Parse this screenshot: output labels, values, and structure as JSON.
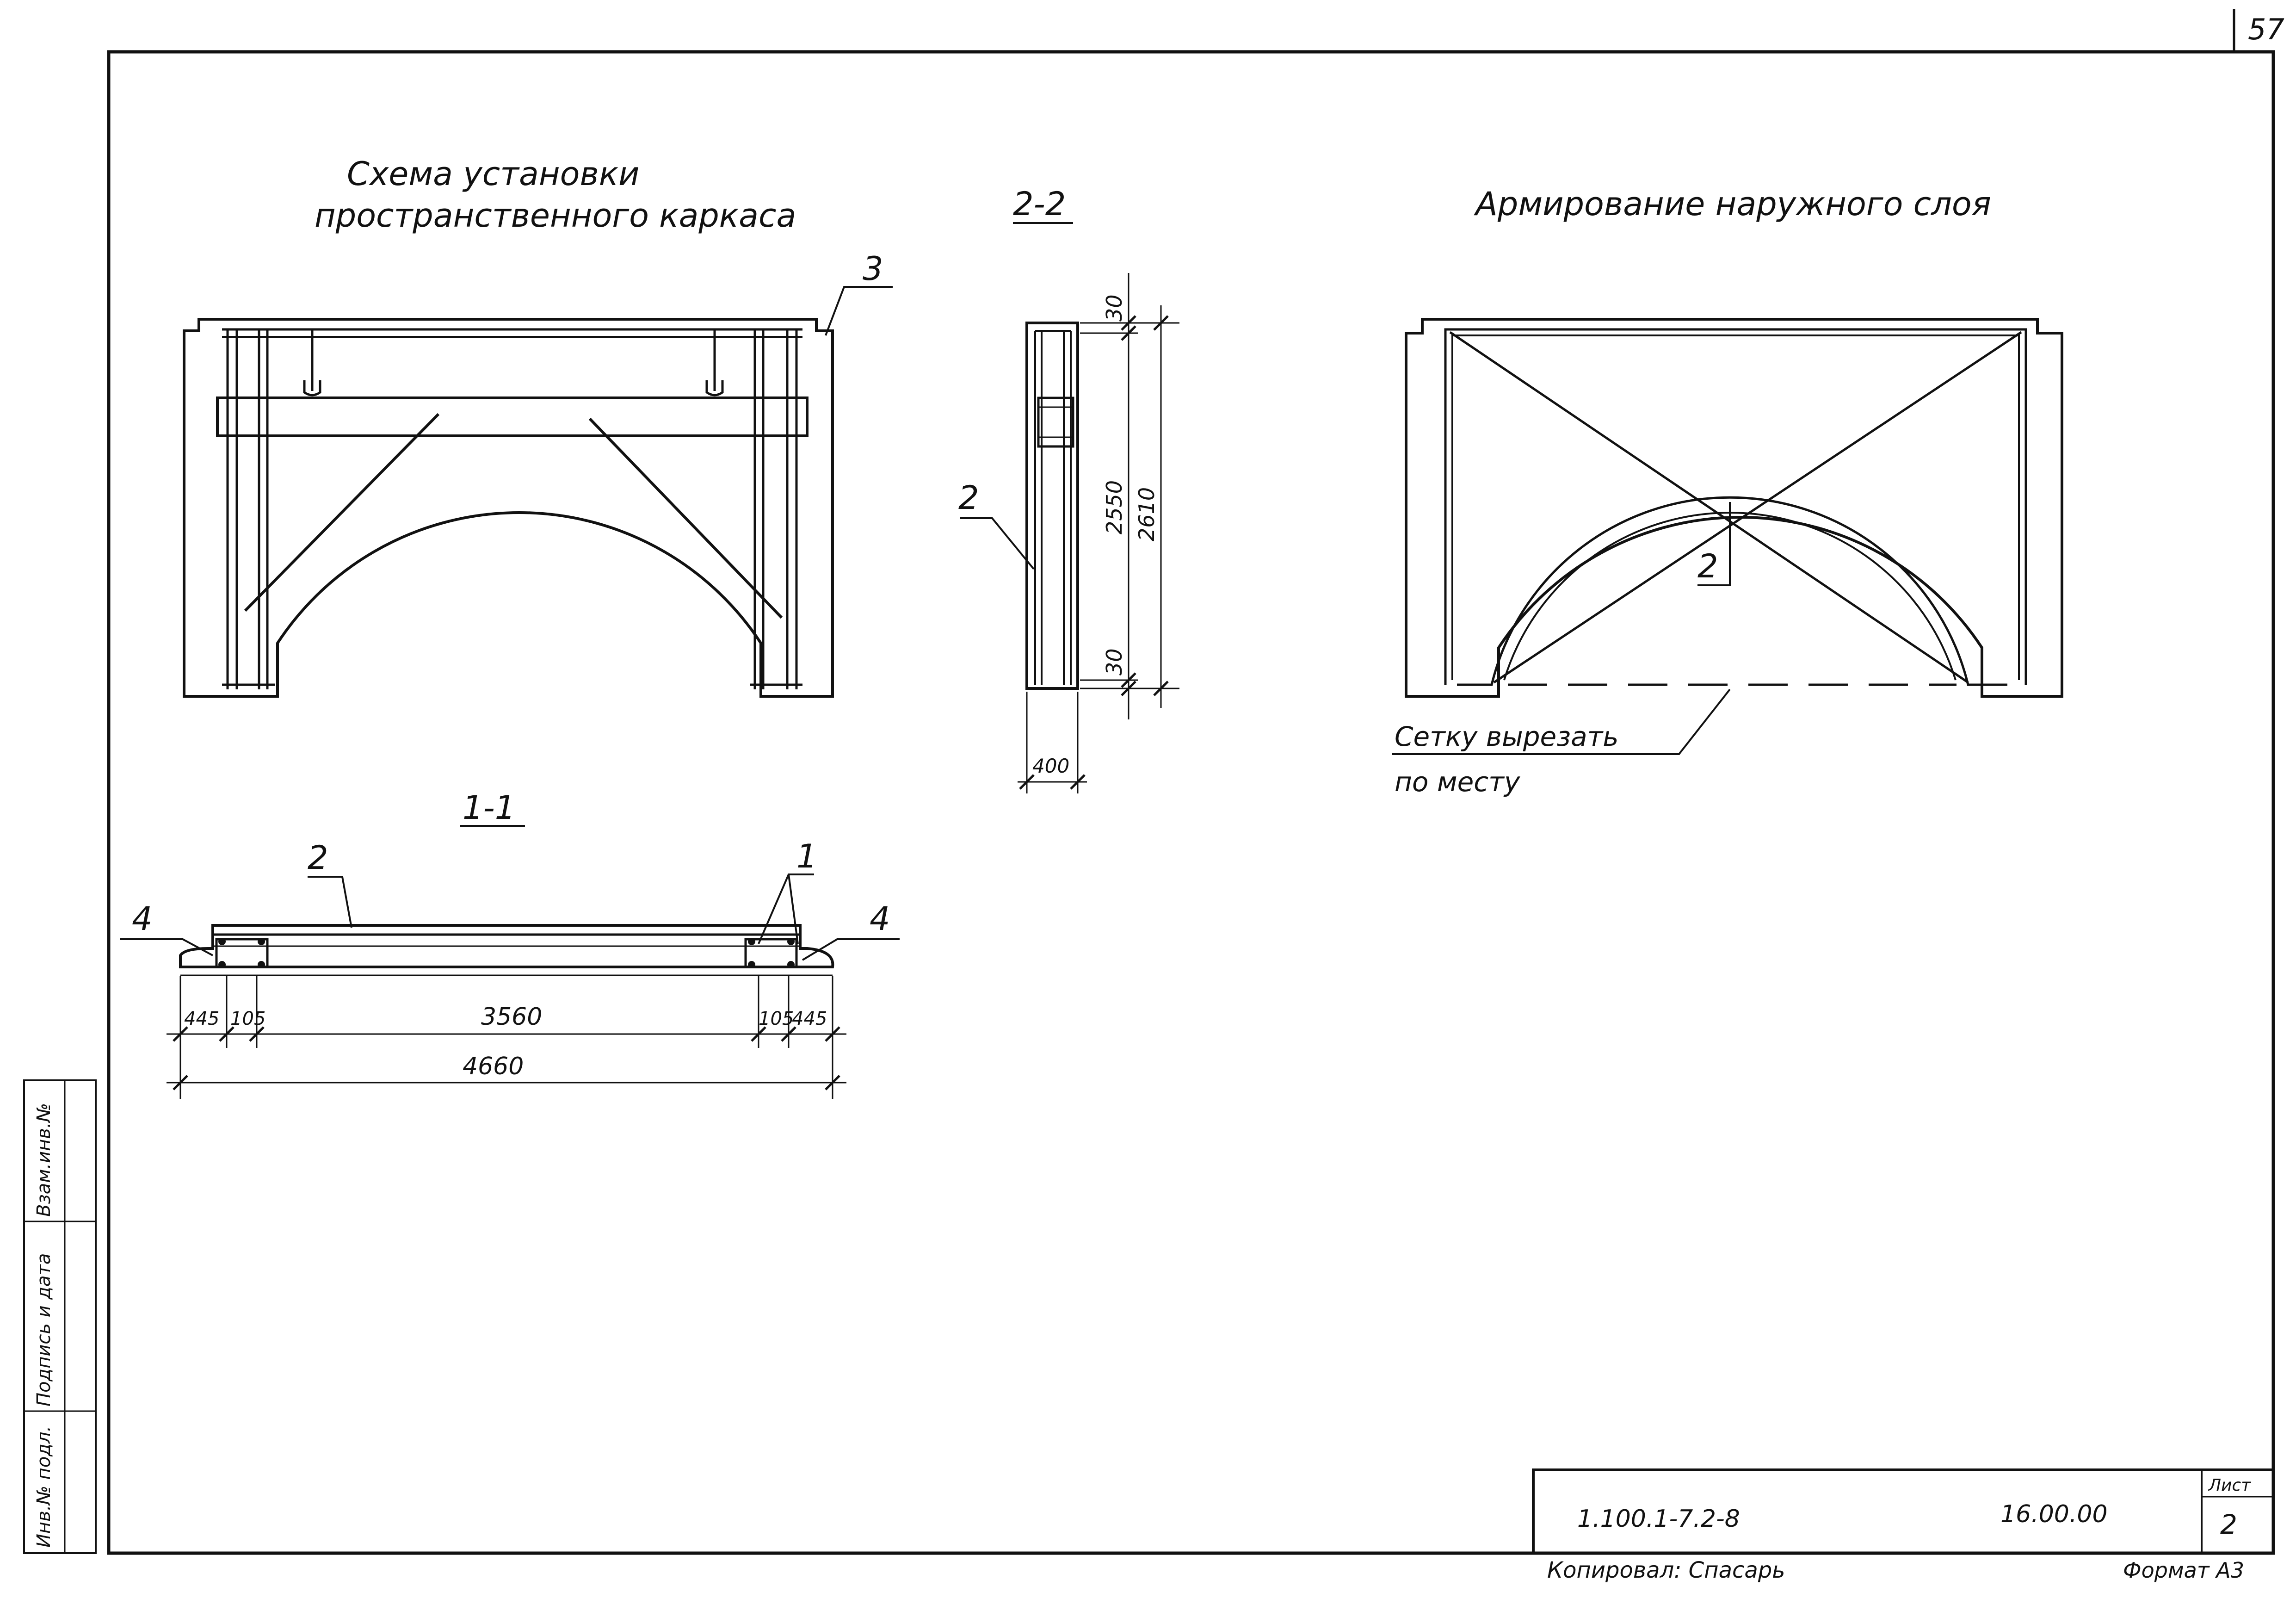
{
  "sheet": {
    "sheet_number": "57",
    "stamp_side": {
      "field_1": "Взам.инв.№",
      "field_2": "Подпись и дата",
      "field_3": "Инв.№ подл."
    },
    "title_block": {
      "doc_code": "1.100.1-7.2-8",
      "doc_code_2": "16.00.00",
      "list_label": "Лист",
      "list_number": "2"
    },
    "copied_by": "Копировал: Спасарь",
    "format": "Формат А3"
  },
  "drawing_1": {
    "title_line_1": "Схема установки",
    "title_line_2": "пространственного каркаса",
    "leader_3": "3"
  },
  "section_2_2": {
    "title": "2-2",
    "leader_2": "2",
    "dims": {
      "top": "30",
      "middle": "2550",
      "bottom": "30",
      "overall": "2610",
      "width": "400"
    }
  },
  "drawing_2": {
    "title": "Армирование наружного слоя",
    "leader_2": "2",
    "note_line_1": "Сетку вырезать",
    "note_line_2": "по месту"
  },
  "section_1_1": {
    "title": "1-1",
    "leader_2": "2",
    "leader_1": "1",
    "leader_4_left": "4",
    "leader_4_right": "4",
    "dims": {
      "left_outer": "445",
      "left_inner": "105",
      "middle": "3560",
      "right_inner": "105",
      "right_outer": "445",
      "overall": "4660"
    }
  }
}
